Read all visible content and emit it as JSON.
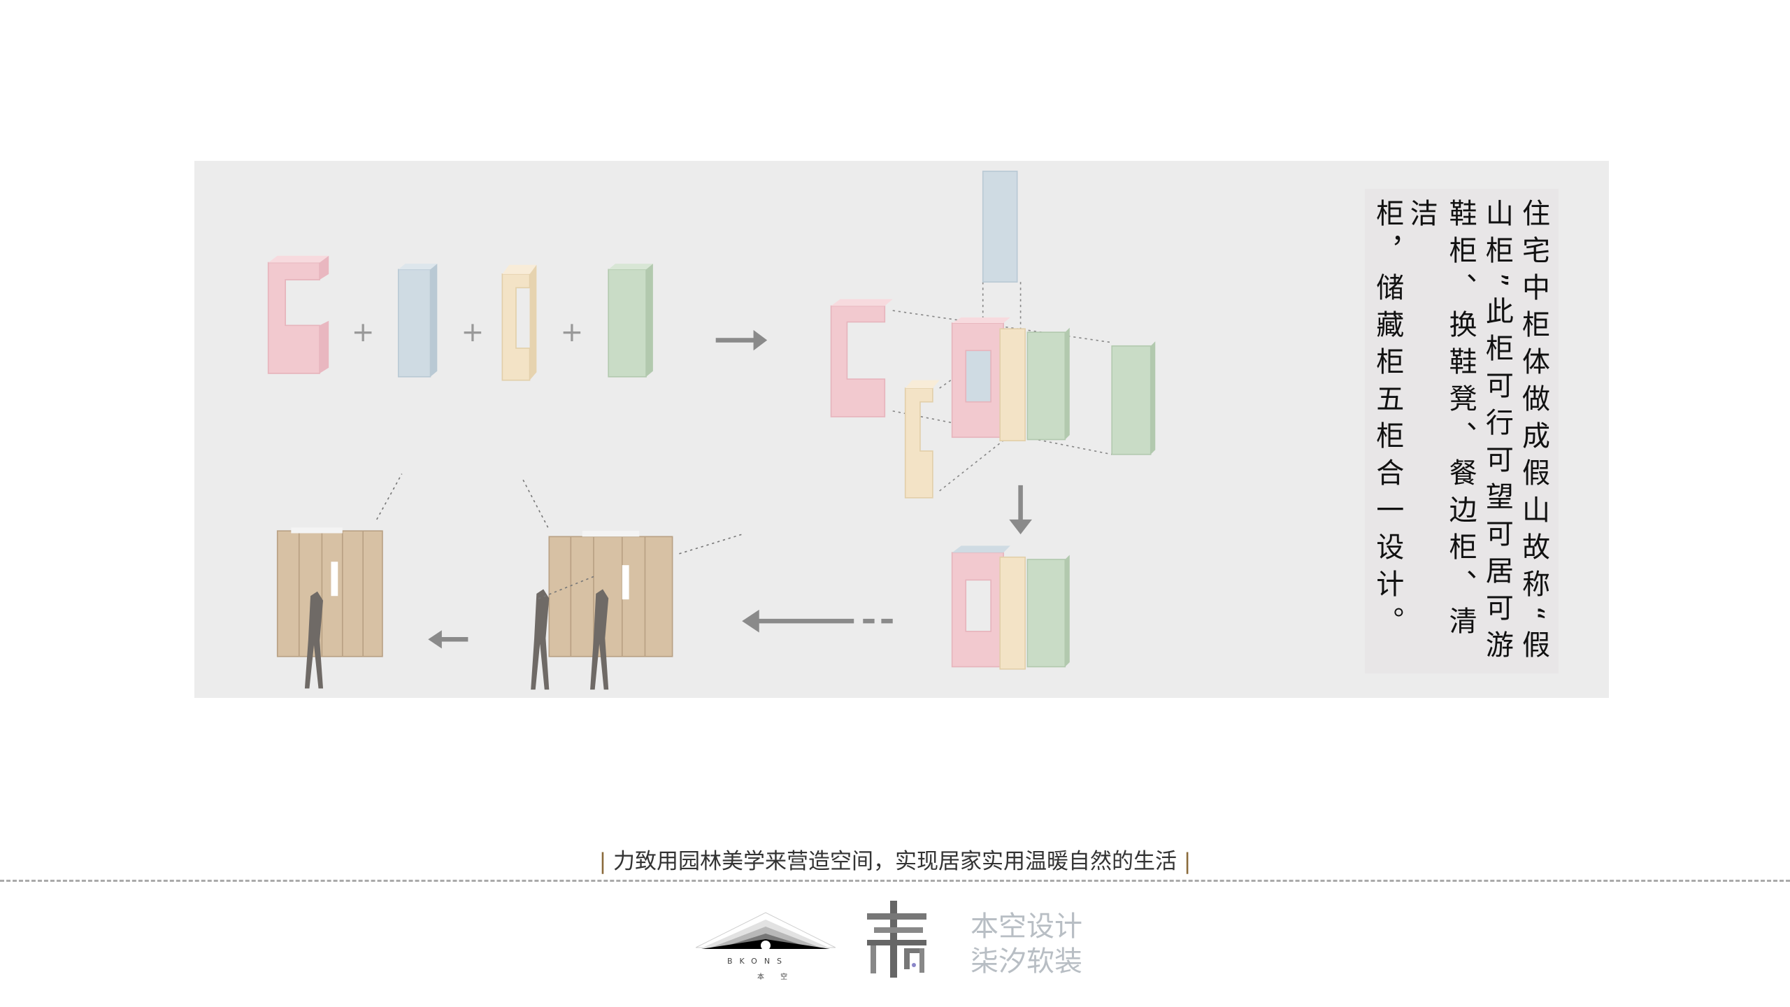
{
  "diagram": {
    "colors": {
      "pink": "#f2c9cf",
      "blue": "#cfdbe3",
      "beige": "#f3e3c6",
      "green": "#c9dcc6",
      "wood": "#d7c1a4",
      "figure": "#6f6a66",
      "arrow": "#8a8a8a"
    },
    "symbols": [
      "plus-icon",
      "arrow-right-icon",
      "arrow-down-icon",
      "arrow-left-icon"
    ]
  },
  "description_text": {
    "columns": [
      "住宅中柜体做成假山故称“假",
      "山柜”此柜可行可望可居可游",
      "鞋柜、换鞋凳、餐边柜、清洁",
      "柜，储藏柜五柜合一设计。"
    ]
  },
  "footer": {
    "tagline_bar": "|",
    "tagline": "力致用园林美学来营造空间，实现居家实用温暖自然的生活",
    "logo_en": "BKONS",
    "logo_cn": "本 空",
    "brand_line1": "本空设计",
    "brand_line2": "柒汐软装"
  }
}
